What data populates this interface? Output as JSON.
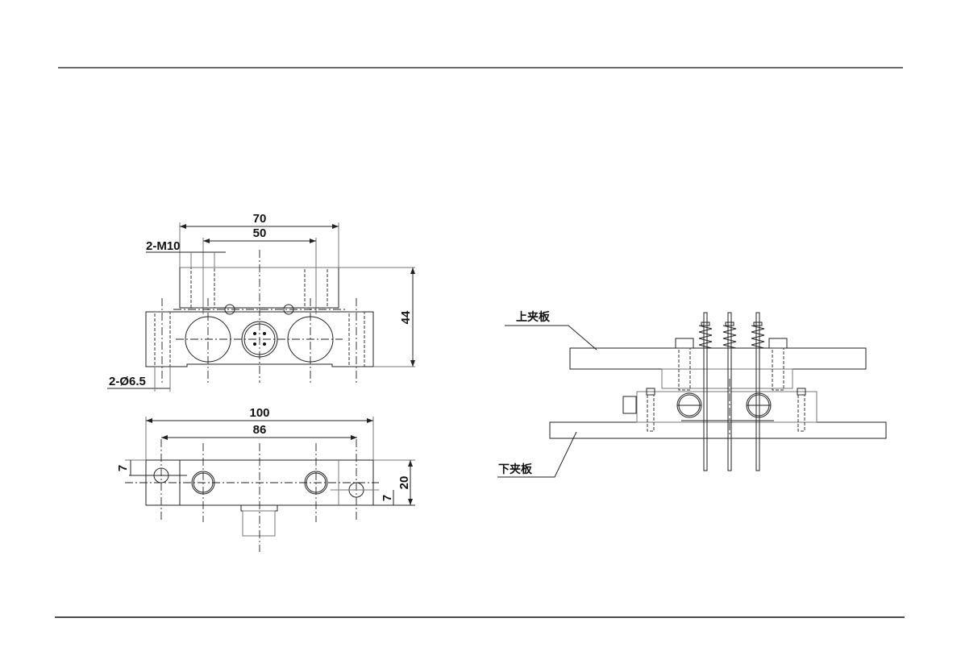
{
  "front_view": {
    "dim_width_outer": "70",
    "dim_width_inner": "50",
    "thread_label": "2-M10",
    "dim_height": "44",
    "hole_label": "2-Ø6.5"
  },
  "bottom_view": {
    "dim_length": "100",
    "dim_hole_span": "86",
    "dim_offset_left": "7",
    "dim_height": "20",
    "dim_offset_right": "7"
  },
  "assembly": {
    "upper_plate_label": "上夹板",
    "lower_plate_label": "下夹板"
  },
  "colors": {
    "line": "#222222",
    "background": "#ffffff"
  }
}
